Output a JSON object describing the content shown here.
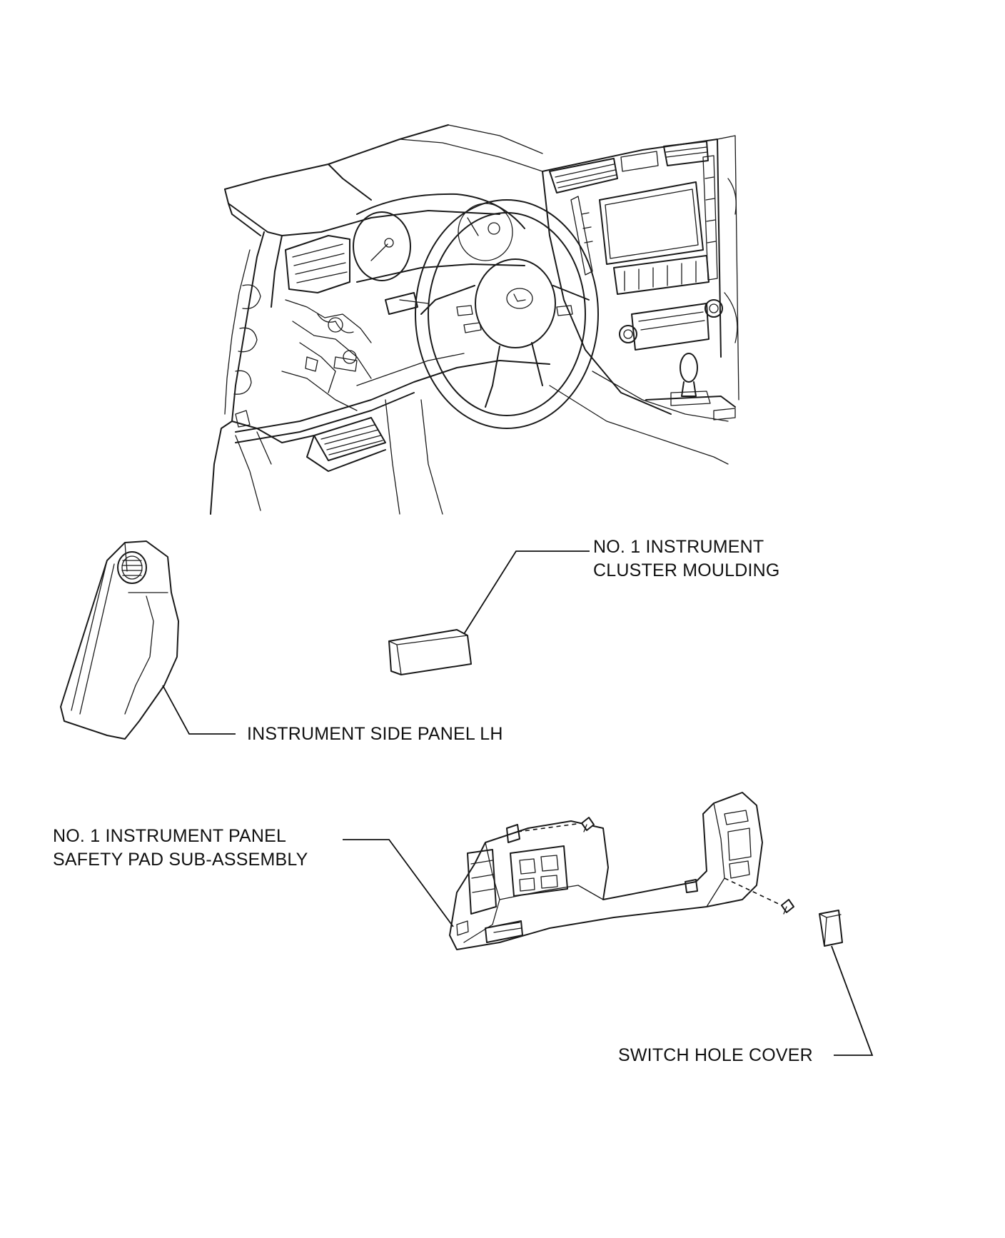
{
  "labels": {
    "cluster_moulding": [
      "NO. 1 INSTRUMENT",
      "CLUSTER MOULDING"
    ],
    "side_panel": [
      "INSTRUMENT SIDE PANEL LH"
    ],
    "safety_pad": [
      "NO. 1 INSTRUMENT PANEL",
      "SAFETY PAD SUB-ASSEMBLY"
    ],
    "switch_cover": [
      "SWITCH HOLE COVER"
    ]
  },
  "colors": {
    "line": "#1a1a1a",
    "background": "#ffffff"
  },
  "icons": {
    "dashboard": "dashboard-illustration",
    "side_panel": "side-panel-part",
    "cluster_moulding": "moulding-part",
    "safety_pad": "safety-pad-part",
    "switch_cover": "switch-cover-part",
    "clip": "clip-fastener"
  }
}
